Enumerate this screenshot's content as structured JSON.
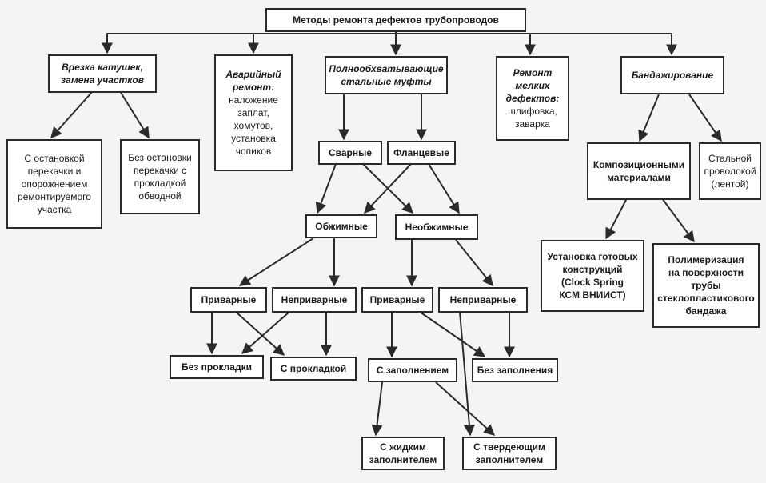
{
  "diagram": {
    "root": "Методы ремонта дефектов трубопроводов",
    "vrezka": "Врезка катушек,\nзамена участков",
    "vrezka_stop": "С остановкой\nперекачки и\nопорожнением\nремонтируемого\nучастка",
    "vrezka_nostop": "Без остановки\nперекачки с\nпрокладкой\nобводной",
    "avar_title": "Аварийный\nремонт:",
    "avar_text": "наложение\nзаплат,\nхомутов,\nустановка\nчопиков",
    "mufty": "Полнообхватывающие\nстальные муфты",
    "svarnye": "Сварные",
    "flantsevye": "Фланцевые",
    "obzhimnye": "Обжимные",
    "neobzhimnye": "Необжимные",
    "privarnye_1": "Приварные",
    "neprivarnye_1": "Неприварные",
    "privarnye_2": "Приварные",
    "neprivarnye_2": "Неприварные",
    "bez_prokladki": "Без прокладки",
    "s_prokladkoy": "С прокладкой",
    "s_zapolneniem": "С заполнением",
    "bez_zapolneniya": "Без заполнения",
    "s_zhidkim": "С жидким\nзаполнителем",
    "s_tverdeyushchim": "С твердеющим\nзаполнителем",
    "melkie_title": "Ремонт\nмелких\nдефектов:",
    "melkie_text": "шлифовка,\nзаварка",
    "bandazh": "Бандажирование",
    "kompozit": "Композиционными\nматериалами",
    "stalnoy": "Стальной\nпроволокой\n(лентой)",
    "ustanovka": "Установка готовых\nконструкций\n(Clock Spring\nКСМ ВНИИСТ)",
    "polimer": "Полимеризация\nна поверхности\nтрубы\nстеклопластикового\nбандажа"
  },
  "colors": {
    "line": "#2a2a2a",
    "box_fill": "#ffffff",
    "background": "#f4f4f2"
  }
}
